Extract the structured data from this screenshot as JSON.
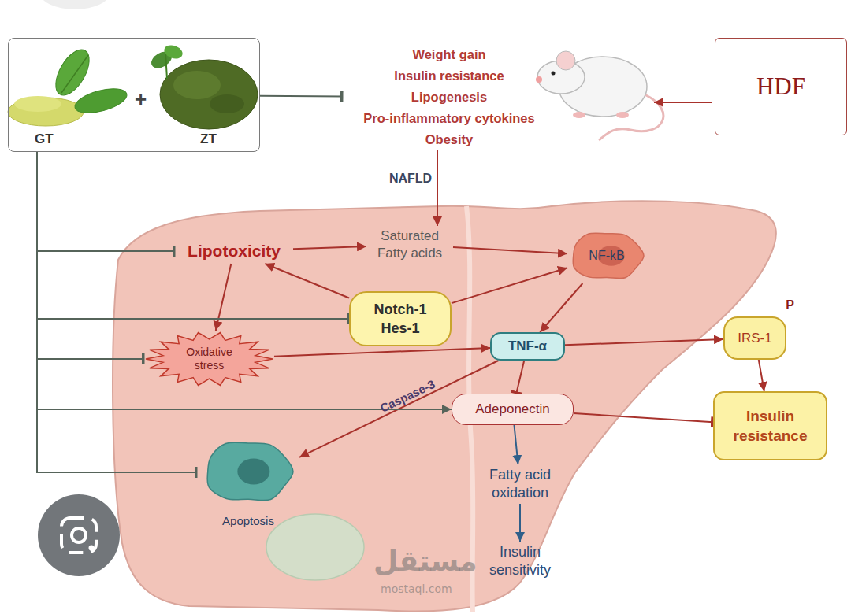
{
  "diagram": {
    "nodes": [
      {
        "text": [
          "GT",
          "+",
          "ZT"
        ]
      },
      {
        "text": [
          "Weight gain",
          "Insulin resistance",
          "Lipogenesis",
          "Pro-inflammatory cytokines",
          "Obesity"
        ]
      },
      {
        "text": [
          "HDF"
        ]
      },
      {
        "text": [
          "Lipotoxicity"
        ]
      },
      {
        "text": [
          "Saturated Fatty acids"
        ]
      },
      {
        "text": [
          "NF-kB"
        ]
      },
      {
        "text": [
          "Notch-1",
          "Hes-1"
        ]
      },
      {
        "text": [
          "Oxidative stress"
        ]
      },
      {
        "text": [
          "TNF-α"
        ]
      },
      {
        "text": [
          "IRS-1",
          "P"
        ]
      },
      {
        "text": [
          "Adeponectin"
        ]
      },
      {
        "text": [
          "Insulin resistance"
        ]
      },
      {
        "text": [
          "Apoptosis"
        ]
      },
      {
        "text": [
          "Fatty acid oxidation"
        ]
      },
      {
        "text": [
          "Insulin sensitivity"
        ]
      }
    ],
    "edges": [
      {
        "from": 0,
        "to": 1,
        "arrow": "to"
      },
      {
        "from": 1,
        "to": 4,
        "label": "NAFLD",
        "arrow": "to"
      },
      {
        "from": 3,
        "to": 4,
        "arrow": "to"
      },
      {
        "from": 4,
        "to": 5,
        "arrow": "to"
      },
      {
        "from": 3,
        "to": 7,
        "arrow": "to"
      },
      {
        "from": 6,
        "to": 3,
        "arrow": "to"
      },
      {
        "from": 6,
        "to": 5,
        "arrow": "to"
      },
      {
        "from": 5,
        "to": 8,
        "arrow": "to"
      },
      {
        "from": 7,
        "to": 8,
        "arrow": "to"
      },
      {
        "from": 8,
        "to": 9,
        "arrow": "to"
      },
      {
        "from": 8,
        "to": 10,
        "arrow": "to"
      },
      {
        "from": 8,
        "to": 12,
        "label": "Caspase-3",
        "arrow": "to"
      },
      {
        "from": 9,
        "to": 11,
        "arrow": "to"
      },
      {
        "from": 10,
        "to": 11,
        "arrow": "to"
      },
      {
        "from": 10,
        "to": 13,
        "arrow": "to"
      },
      {
        "from": 13,
        "to": 14,
        "arrow": "to"
      },
      {
        "from": 0,
        "to": 3,
        "arrow": "to"
      },
      {
        "from": 0,
        "to": 6,
        "arrow": "to"
      },
      {
        "from": 0,
        "to": 7,
        "arrow": "to"
      },
      {
        "from": 0,
        "to": 10,
        "arrow": "to"
      },
      {
        "from": 0,
        "to": 12,
        "arrow": "to"
      }
    ],
    "labels": [
      "مستقل",
      "mostaql.com"
    ]
  }
}
